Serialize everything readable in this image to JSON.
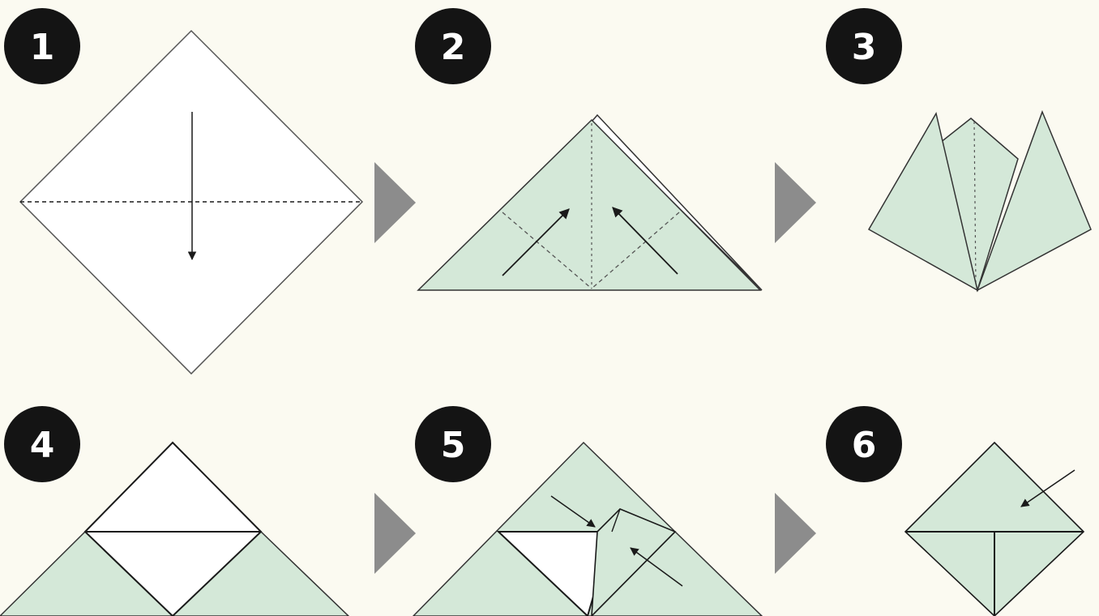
{
  "steps": [
    {
      "number": "1"
    },
    {
      "number": "2"
    },
    {
      "number": "3"
    },
    {
      "number": "4"
    },
    {
      "number": "5"
    },
    {
      "number": "6"
    }
  ],
  "colors": {
    "background": "#fbfaf1",
    "paper_green": "#d4e8d8",
    "paper_white": "#ffffff",
    "line": "#1a1a1a",
    "badge": "#141414",
    "badge_text": "#ffffff",
    "next_arrow": "#8c8c8c"
  },
  "icons": {
    "step_badge": "numbered-circle",
    "next": "play-triangle-icon"
  }
}
